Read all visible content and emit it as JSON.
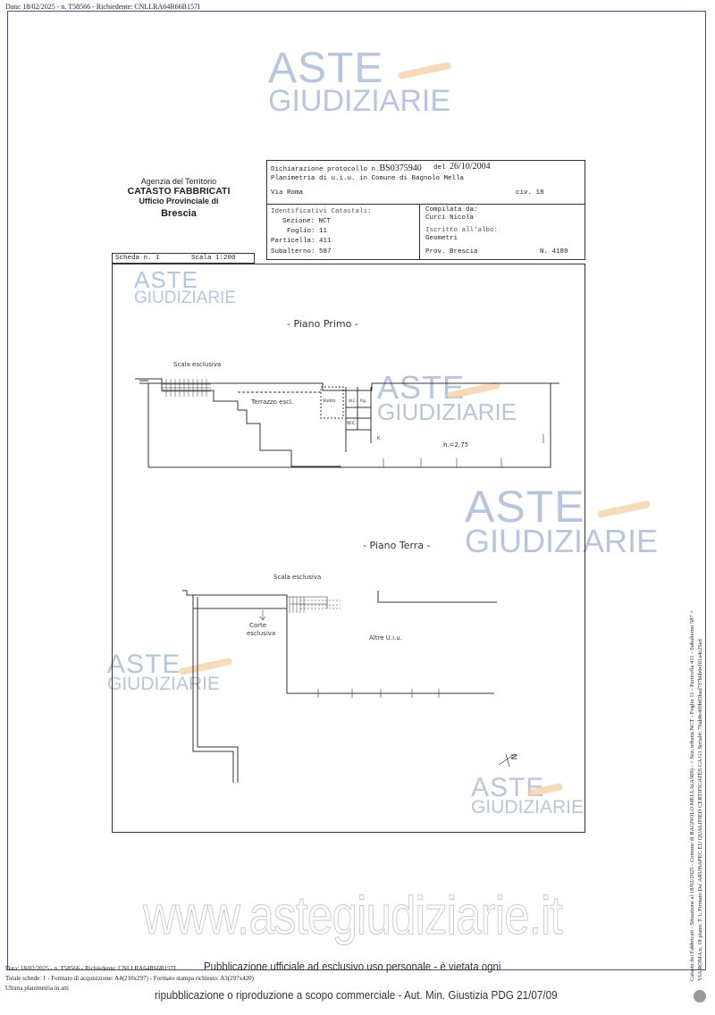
{
  "header_line": "Data: 18/02/2025 - n. T58566 - Richiedente: CNLLRA64R66B157I",
  "agency": {
    "line1": "Agenzia del Territorio",
    "line2": "CATASTO FABBRICATI",
    "line3": "Ufficio Provinciale di",
    "line4": "Brescia"
  },
  "declaration": {
    "label": "Dichiarazione protocollo n.",
    "protocol": "BS0375940",
    "del_label": "del",
    "date": "26/10/2004",
    "planimetria": "Planimetria di u.i.u. in Comune di Bagnolo Mella",
    "address": "Via Roma",
    "civ": "civ. 18"
  },
  "identifiers": {
    "title": "Identificativi Catastali:",
    "sezione": "Sezione: NCT",
    "foglio": "Foglio: 11",
    "particella": "Particella: 411",
    "subalterno": "Subalterno: 587"
  },
  "compiler": {
    "label": "Compilata da:",
    "name": "Curci Nicola",
    "albo_label": "Iscritto all'albo:",
    "albo": "Geometri",
    "prov": "Prov. Brescia",
    "number": "N. 4189"
  },
  "scheda": "Scheda n. 1",
  "scala": "Scala 1:200",
  "plan": {
    "piano_primo": "- Piano Primo -",
    "scala_esclusiva_1": "Scala esclusiva",
    "terrazzo": "Terrazzo escl.",
    "vuoto": "Vuoto",
    "wc1": "W.C.",
    "rip": "Rip.",
    "wc2": "W.C.",
    "k": "K.",
    "height": "h.=2,75",
    "piano_terra": "- Piano Terra -",
    "scala_esclusiva_2": "Scala esclusiva",
    "corte1": "Corte",
    "corte2": "esclusiva",
    "altre": "Altre U.i.u.",
    "north": "N"
  },
  "watermark": {
    "line1": "ASTE",
    "line2": "GIUDIZIARIE",
    "site": "www.astegiudiziarie.it"
  },
  "footer": {
    "line1": "Data: 18/02/2025 - n. T58566 - Richiedente: CNLLRA64R66B157I",
    "line2": "Totale schede: 1 - Formato di acquisizione: A4(210x297) - Formato stampa richiesto: A3(297x420)",
    "line3": "Ultima planimetria in atti",
    "notice1": "Pubblicazione ufficiale ad esclusivo uso personale - è vietata ogni",
    "notice2": "ripubblicazione o riproduzione a scopo commerciale - Aut. Min. Giustizia PDG 21/07/09"
  },
  "side": {
    "line1": "Catasto dei Fabbricati - Situazione al 18/02/2025 - Comune di BAGNOLO MELLA(A569) - < Sez. urbana NCT - Foglio 11 - Particella 411 - Subalterno 587 >",
    "line2": "VIA ROMA n. 18 piano: T-1; Firmato Da: ARUBAPEC EU QUALIFIED CERTIFICATES CA G1 Serial#: 76ab8e4f0b65bad7f7b6b0ef01a4c25ed"
  }
}
